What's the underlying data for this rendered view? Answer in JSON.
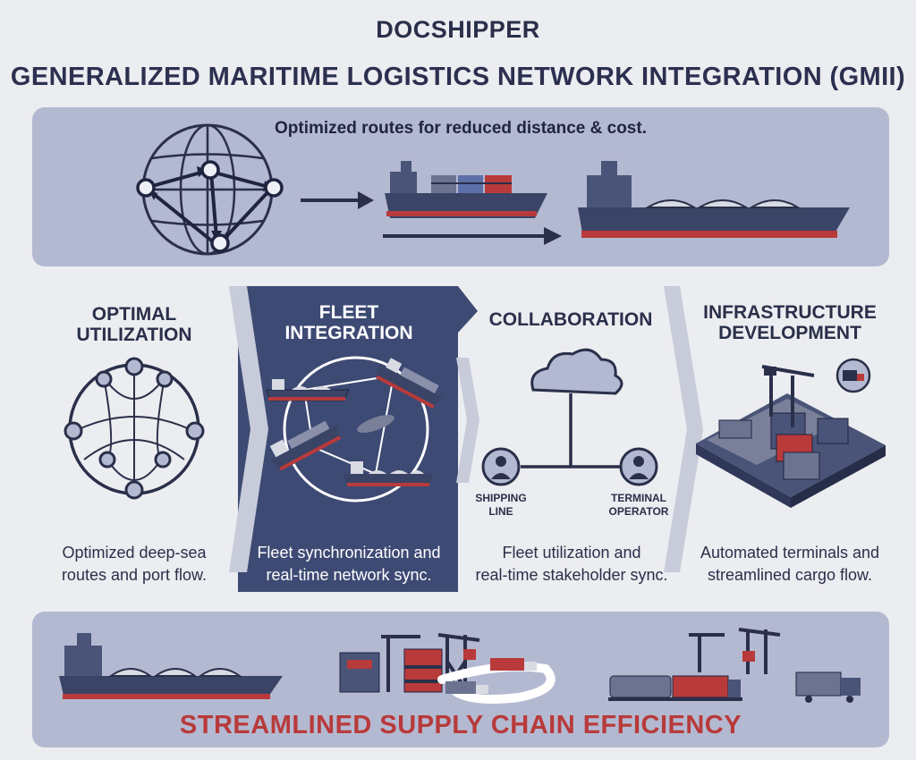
{
  "brand": "DOCSHIPPER",
  "title": "GENERALIZED MARITIME LOGISTICS NETWORK INTEGRATION (GMII)",
  "top_panel": {
    "caption": "Optimized routes for reduced distance & cost."
  },
  "columns": [
    {
      "title_line1": "OPTIMAL",
      "title_line2": "UTILIZATION",
      "desc_line1": "Optimized deep-sea",
      "desc_line2": "routes and port flow.",
      "icon": "network-globe-icon"
    },
    {
      "title_line1": "FLEET",
      "title_line2": "INTEGRATION",
      "desc_line1": "Fleet synchronization and",
      "desc_line2": "real-time network sync.",
      "icon": "fleet-ships-icon"
    },
    {
      "title_line1": "COLLABORATION",
      "title_line2": "",
      "desc_line1": "Fleet utilization and",
      "desc_line2": "real-time stakeholder sync.",
      "icon": "cloud-icon",
      "stakeholders": [
        {
          "line1": "SHIPPING",
          "line2": "LINE"
        },
        {
          "line1": "TERMINAL",
          "line2": "OPERATOR"
        }
      ]
    },
    {
      "title_line1": "INFRASTRUCTURE",
      "title_line2": "DEVELOPMENT",
      "desc_line1": "Automated terminals and",
      "desc_line2": "streamlined cargo flow.",
      "icon": "port-terminal-icon"
    }
  ],
  "bottom_panel": {
    "title": "STREAMLINED SUPPLY CHAIN EFFICIENCY"
  },
  "colors": {
    "navy": "#2c3050",
    "panel": "#b3b9d1",
    "fleet_bg": "#3d4a74",
    "hull_red": "#b83a3a",
    "background": "#ecedf0"
  }
}
